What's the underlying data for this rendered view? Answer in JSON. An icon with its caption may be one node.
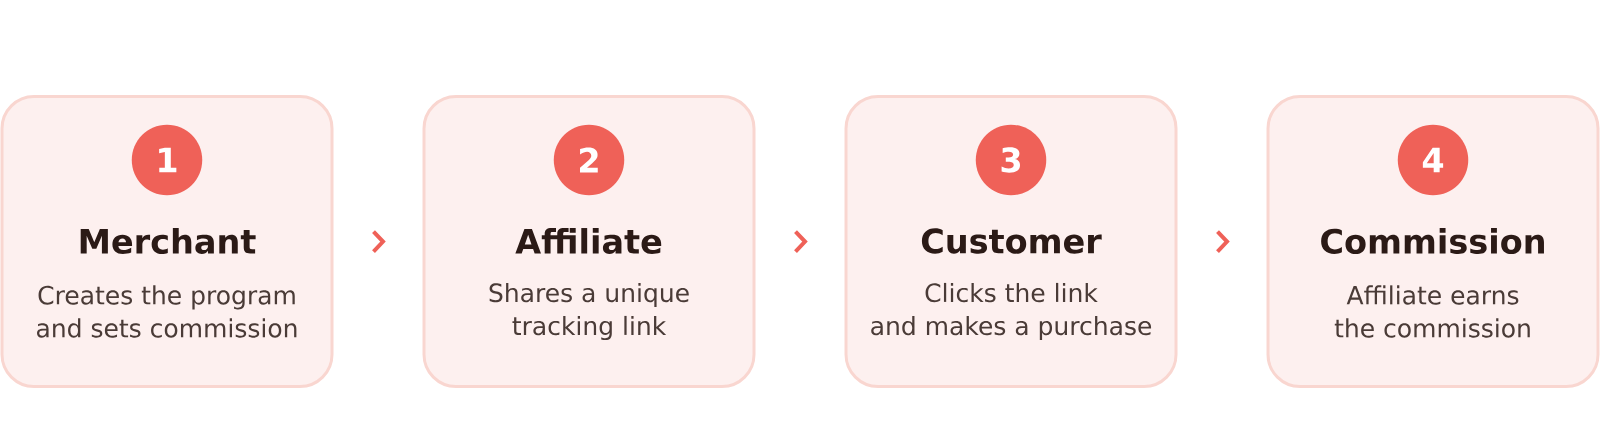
{
  "diagram": {
    "nodes": [
      {
        "text": [
          "Merchant",
          "Creates the program and sets commission"
        ]
      },
      {
        "text": [
          "1"
        ],
        "in": 0
      },
      {
        "text": [
          "Affiliate",
          "Shares a unique tracking link"
        ]
      },
      {
        "text": [
          "2"
        ],
        "in": 2
      },
      {
        "text": [
          "Customer",
          "Clicks the link and makes a purchase"
        ]
      },
      {
        "text": [
          "3"
        ],
        "in": 4
      },
      {
        "text": [
          "Commission",
          "Affiliate earns the commission"
        ]
      },
      {
        "text": [
          "4"
        ],
        "in": 6
      }
    ],
    "edges": [
      {
        "from": 0,
        "to": 2,
        "arrow": "to"
      },
      {
        "from": 2,
        "to": 4,
        "arrow": "to"
      },
      {
        "from": 4,
        "to": 6,
        "arrow": "to"
      }
    ]
  }
}
